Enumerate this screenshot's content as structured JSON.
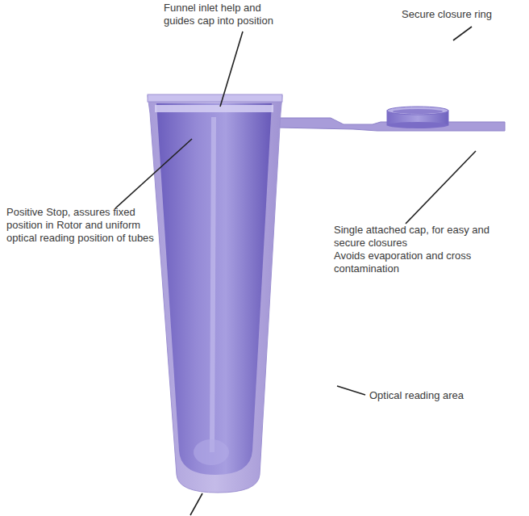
{
  "diagram": {
    "labels": [
      "Funnel inlet help and guides cap into position",
      "Secure closure ring",
      "Positive Stop, assures fixed position in Rotor and uniform optical reading position of tubes",
      "Single attached cap, for easy and secure closures",
      "Avoids evaporation and cross contamination",
      "Optical reading area"
    ]
  }
}
